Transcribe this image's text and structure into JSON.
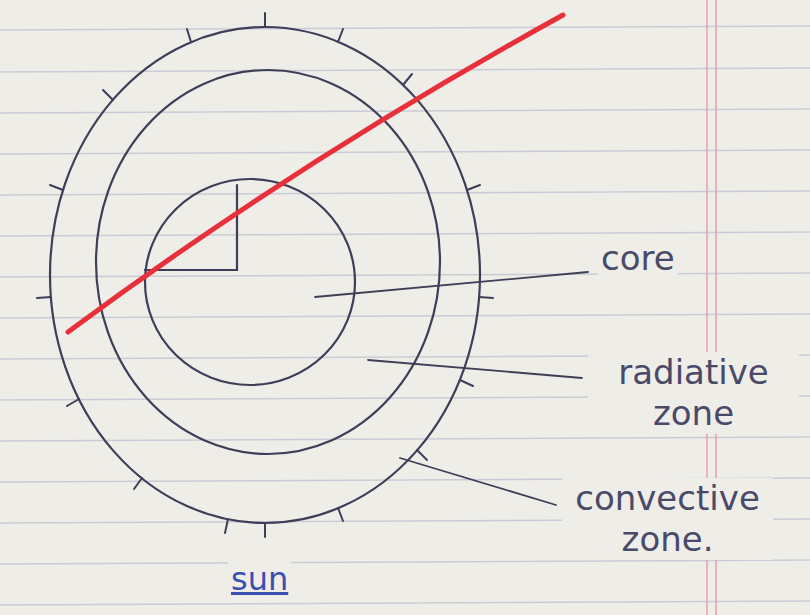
{
  "diagram": {
    "caption": "sun",
    "labels": [
      "core",
      "radiative zone",
      "convective zone."
    ]
  }
}
